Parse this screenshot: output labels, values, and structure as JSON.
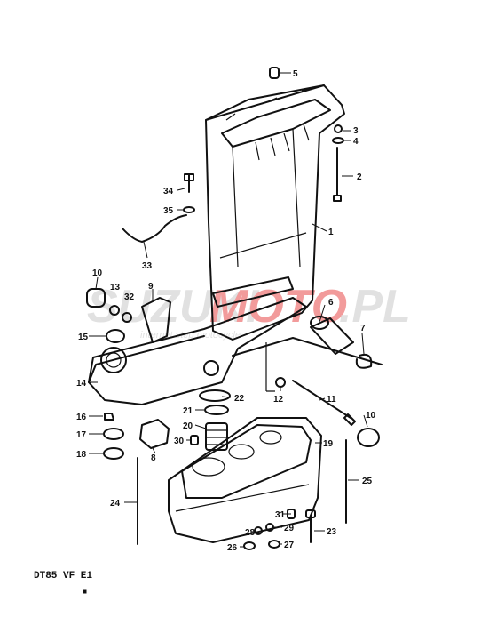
{
  "diagram": {
    "code": "DT85 VF E1",
    "callouts": [
      "1",
      "2",
      "3",
      "4",
      "5",
      "6",
      "7",
      "8",
      "9",
      "10",
      "10",
      "11",
      "12",
      "13",
      "14",
      "15",
      "16",
      "17",
      "18",
      "19",
      "20",
      "21",
      "22",
      "23",
      "24",
      "25",
      "26",
      "27",
      "28",
      "29",
      "30",
      "31",
      "32",
      "33",
      "34",
      "35"
    ]
  },
  "watermark": {
    "brand_left": "SUZUKI",
    "brand_right": "MOTO",
    "tld": ".PL",
    "tagline": "internet step motocycle"
  },
  "colors": {
    "line": "#111111",
    "watermark_gray": "#c9c9c9",
    "watermark_red": "#e84a4a"
  }
}
